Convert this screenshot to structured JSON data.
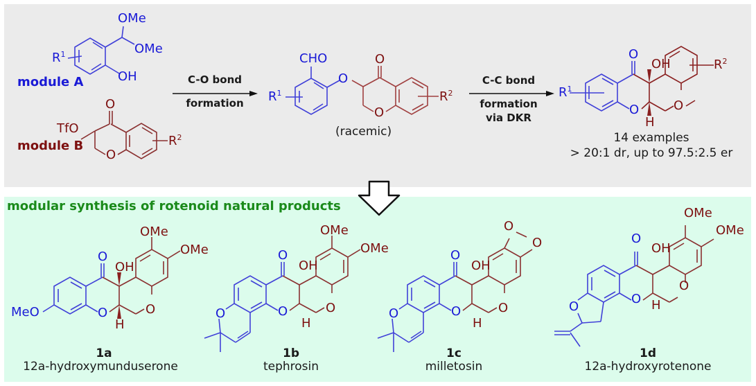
{
  "top_scheme": {
    "module_a": {
      "label": "module A",
      "r_group": "R",
      "r_sup": "1",
      "substituents": [
        "OMe",
        "OMe",
        "OH"
      ]
    },
    "module_b": {
      "label": "module B",
      "leaving_group": "TfO",
      "carbonyl": "O",
      "ring_o": "O",
      "r_group": "R",
      "r_sup": "2"
    },
    "step1": {
      "line1": "C-O bond",
      "line2": "formation"
    },
    "intermediate": {
      "aldehyde": "CHO",
      "ether_o": "O",
      "carbonyl": "O",
      "ring_o": "O",
      "r1": "R",
      "r1_sup": "1",
      "r2": "R",
      "r2_sup": "2",
      "note": "(racemic)"
    },
    "step2": {
      "line1": "C-C bond",
      "line2": "formation",
      "line3": "via DKR"
    },
    "product": {
      "carbonyl": "O",
      "oh": "OH",
      "ring_o1": "O",
      "ring_o2": "O",
      "h": "H",
      "r1": "R",
      "r1_sup": "1",
      "r2": "R",
      "r2_sup": "2",
      "examples": "14 examples",
      "selectivity": "> 20:1 dr, up to 97.5:2.5 er"
    }
  },
  "bottom_section": {
    "title": "modular synthesis of rotenoid natural products",
    "arrow_icon": "hollow-down-arrow",
    "compounds": [
      {
        "id": "1a",
        "name": "12a-hydroxymunduserone",
        "labels": {
          "ome1": "OMe",
          "ome2": "OMe",
          "meo": "MeO",
          "o_carbonyl": "O",
          "oh": "OH",
          "o1": "O",
          "o2": "O",
          "h": "H"
        }
      },
      {
        "id": "1b",
        "name": "tephrosin",
        "labels": {
          "ome1": "OMe",
          "ome2": "OMe",
          "o_carbonyl": "O",
          "oh": "OH",
          "o1": "O",
          "o2": "O",
          "o3": "O",
          "h": "H"
        }
      },
      {
        "id": "1c",
        "name": "milletosin",
        "labels": {
          "od1": "O",
          "od2": "O",
          "o_carbonyl": "O",
          "oh": "OH",
          "o1": "O",
          "o2": "O",
          "o3": "O",
          "h": "H"
        }
      },
      {
        "id": "1d",
        "name": "12a-hydroxyrotenone",
        "labels": {
          "ome1": "OMe",
          "ome2": "OMe",
          "o_carbonyl": "O",
          "oh": "OH",
          "o1": "O",
          "o2": "O",
          "o3": "O",
          "h": "H"
        }
      }
    ]
  },
  "colors": {
    "module_a": "#1a1ad6",
    "module_b": "#7d1010",
    "title_green": "#1a8a1a",
    "top_bg": "#ebebeb",
    "bottom_bg": "#dcfcec"
  }
}
